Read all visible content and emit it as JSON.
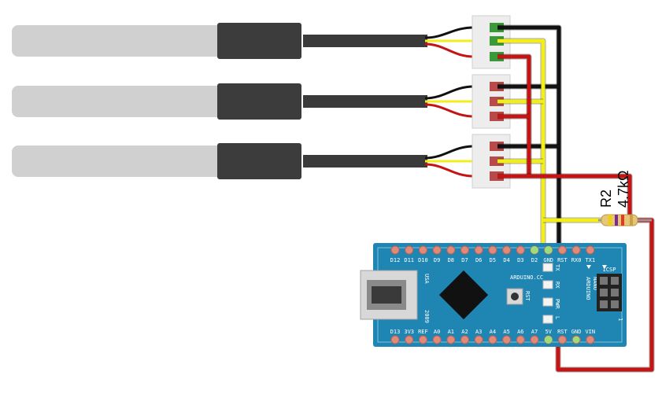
{
  "resistor": {
    "ref": "R2",
    "value": "4.7kΩ"
  },
  "board": {
    "name_lines": [
      "ARDUINO",
      "NANO",
      "V3.0"
    ],
    "brand": "ARDUINO.CC",
    "usb_label": "USA",
    "year": "2009",
    "icsp_label": "ICSP",
    "rst_button_label": "RST",
    "corner_mark": "1",
    "top_pins": [
      "D12",
      "D11",
      "D10",
      "D9",
      "D8",
      "D7",
      "D6",
      "D5",
      "D4",
      "D3",
      "D2",
      "GND",
      "RST",
      "RX0",
      "TX1"
    ],
    "bottom_pins": [
      "D13",
      "3V3",
      "REF",
      "A0",
      "A1",
      "A2",
      "A3",
      "A4",
      "A5",
      "A6",
      "A7",
      "5V",
      "RST",
      "GND",
      "VIN"
    ],
    "leds": [
      "TX",
      "RX",
      "PWR",
      "L"
    ]
  },
  "sensors": [
    {
      "kind": "temperature probe",
      "connector_color": "#3a9a3a"
    },
    {
      "kind": "temperature probe",
      "connector_color": "#b84a4a"
    },
    {
      "kind": "temperature probe",
      "connector_color": "#b84a4a"
    }
  ],
  "wire_colors": {
    "ground": "#111111",
    "data": "#f2ee1c",
    "power": "#c41414"
  },
  "board_color": "#1f86b3"
}
